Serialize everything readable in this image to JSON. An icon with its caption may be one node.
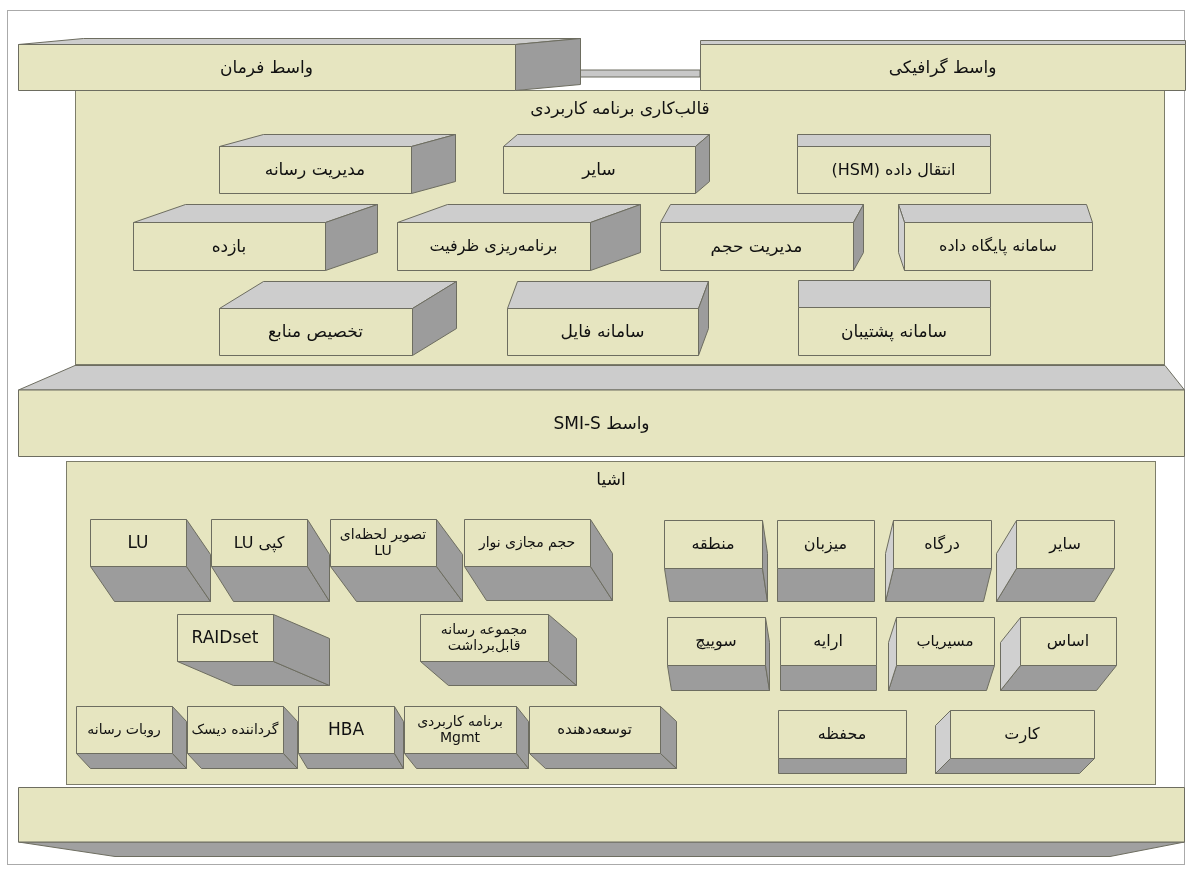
{
  "diagram": {
    "nodes": [
      {
        "text": [
          "واسط فرمان"
        ]
      },
      {
        "text": [
          "واسط گرافیکی"
        ]
      },
      {
        "text": [
          "قالب‌کاری برنامه کاربردی"
        ]
      },
      {
        "text": [
          "مدیریت رسانه"
        ],
        "in": 2
      },
      {
        "text": [
          "سایر"
        ],
        "in": 2
      },
      {
        "text": [
          "انتقال داده (HSM)"
        ],
        "in": 2
      },
      {
        "text": [
          "بازده"
        ],
        "in": 2
      },
      {
        "text": [
          "برنامه‌ریزی ظرفیت"
        ],
        "in": 2
      },
      {
        "text": [
          "مدیریت حجم"
        ],
        "in": 2
      },
      {
        "text": [
          "سامانه پایگاه داده"
        ],
        "in": 2
      },
      {
        "text": [
          "تخصیص منابع"
        ],
        "in": 2
      },
      {
        "text": [
          "سامانه فایل"
        ],
        "in": 2
      },
      {
        "text": [
          "سامانه پشتیبان"
        ],
        "in": 2
      },
      {
        "text": [
          "واسط SMI-S"
        ]
      },
      {
        "text": [
          "اشیا"
        ]
      },
      {
        "text": [
          "LU"
        ],
        "in": 14
      },
      {
        "text": [
          "کپی LU"
        ],
        "in": 14
      },
      {
        "text": [
          "تصویر لحظه‌ای LU"
        ],
        "in": 14
      },
      {
        "text": [
          "حجم مجازی نوار"
        ],
        "in": 14
      },
      {
        "text": [
          "منطقه"
        ],
        "in": 14
      },
      {
        "text": [
          "میزبان"
        ],
        "in": 14
      },
      {
        "text": [
          "درگاه"
        ],
        "in": 14
      },
      {
        "text": [
          "سایر"
        ],
        "in": 14
      },
      {
        "text": [
          "RAIDset"
        ],
        "in": 14
      },
      {
        "text": [
          "مجموعه رسانه قابل‌برداشت"
        ],
        "in": 14
      },
      {
        "text": [
          "سوییچ"
        ],
        "in": 14
      },
      {
        "text": [
          "ارایه"
        ],
        "in": 14
      },
      {
        "text": [
          "مسیریاب"
        ],
        "in": 14
      },
      {
        "text": [
          "اساس"
        ],
        "in": 14
      },
      {
        "text": [
          "روبات رسانه"
        ],
        "in": 14
      },
      {
        "text": [
          "گرداننده دیسک"
        ],
        "in": 14
      },
      {
        "text": [
          "HBA"
        ],
        "in": 14
      },
      {
        "text": [
          "برنامه کاربردی Mgmt"
        ],
        "in": 14
      },
      {
        "text": [
          "توسعه‌دهنده"
        ],
        "in": 14
      },
      {
        "text": [
          "محفظه"
        ],
        "in": 14
      },
      {
        "text": [
          "کارت"
        ],
        "in": 14
      },
      {
        "text": [],
        "shape": "box"
      }
    ]
  }
}
